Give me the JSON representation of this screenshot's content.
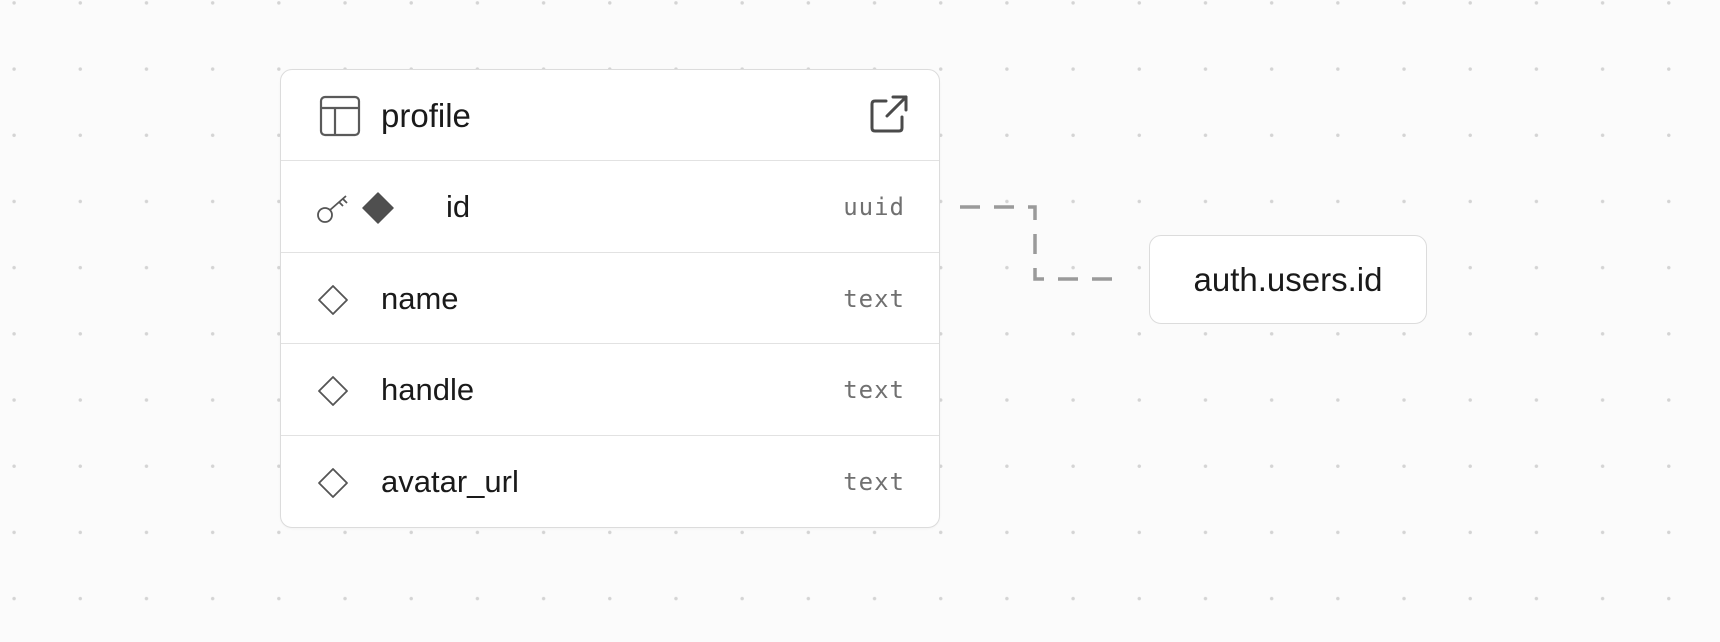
{
  "table": {
    "name": "profile",
    "icons": {
      "header": "table-icon",
      "open": "external-link-icon"
    },
    "columns": [
      {
        "name": "id",
        "type": "uuid",
        "primary_key": true,
        "icons": [
          "key-icon",
          "filled-diamond-icon"
        ]
      },
      {
        "name": "name",
        "type": "text",
        "primary_key": false,
        "icons": [
          "diamond-outline-icon"
        ]
      },
      {
        "name": "handle",
        "type": "text",
        "primary_key": false,
        "icons": [
          "diamond-outline-icon"
        ]
      },
      {
        "name": "avatar_url",
        "type": "text",
        "primary_key": false,
        "icons": [
          "diamond-outline-icon"
        ]
      }
    ]
  },
  "relation": {
    "from": "profile.id",
    "target": "auth.users.id",
    "line_style": "dashed"
  },
  "colors": {
    "canvas": "#fbfbfb",
    "grid_dot": "#d4d4d4",
    "card_border": "#dcdcdc",
    "connector": "#9a9a9a",
    "type_text": "#707070"
  }
}
